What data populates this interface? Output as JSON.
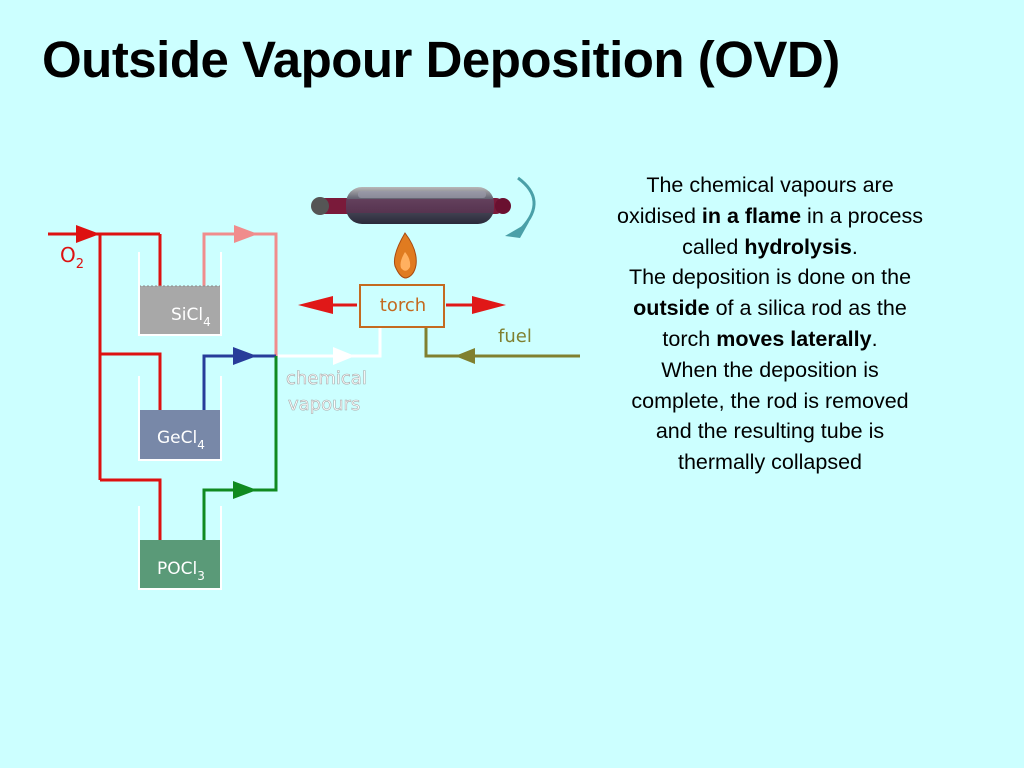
{
  "title": "Outside Vapour Deposition (OVD)",
  "diagram": {
    "o2_label": "O",
    "o2_sub": "2",
    "bottles": [
      {
        "name": "SiCl",
        "sub": "4"
      },
      {
        "name": "GeCl",
        "sub": "4"
      },
      {
        "name": "POCl",
        "sub": "3"
      }
    ],
    "torch_label": "torch",
    "fuel_label": "fuel",
    "chemical_label_1": "chemical",
    "chemical_label_2": "vapours"
  },
  "description": {
    "p1_a": "The chemical vapours are oxidised ",
    "p1_b": "in a flame",
    "p1_c": " in a process called ",
    "p1_d": "hydrolysis",
    "p1_e": ".",
    "p2_a": "The deposition is done on the ",
    "p2_b": "outside",
    "p2_c": " of a silica rod as the torch ",
    "p2_d": "moves laterally",
    "p2_e": ".",
    "p3": "When the deposition is complete, the rod is removed and the resulting tube is thermally collapsed"
  },
  "colors": {
    "background": "#ccffff",
    "o2_line": "#dd1111",
    "sicl_line": "#f08c8c",
    "gecl_line": "#283c9a",
    "pocl_line": "#108a20",
    "fuel_line": "#808030",
    "torch": "#cc6622"
  }
}
